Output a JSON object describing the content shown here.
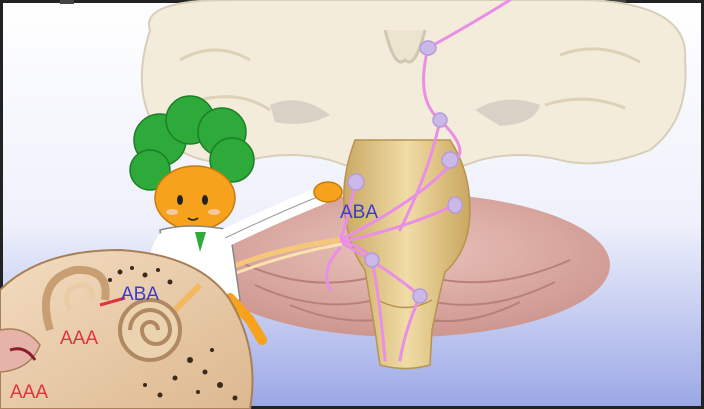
{
  "labels": {
    "aba_brainstem": "ABA",
    "aba_ear": "ABA",
    "aaa_cochlea": "AAA",
    "aaa_outer": "AAA"
  },
  "colors": {
    "aba_text": "#3c3cc8",
    "aaa_text": "#e0343c",
    "nerve_pink": "#e98fe6",
    "brain_cream": "#f3ecdb",
    "brainstem_gold": "#e2c98d",
    "cerebellum_rose": "#d9a7a0",
    "background_blue": "#bfc8f0",
    "character_orange": "#f6a21c",
    "character_leaf": "#2eaa3a"
  },
  "icons": {
    "character": "clover-headed-doctor-mascot",
    "ear": "inner-ear-cochlea-cross-section",
    "brain": "coronal-brain-with-brainstem"
  }
}
